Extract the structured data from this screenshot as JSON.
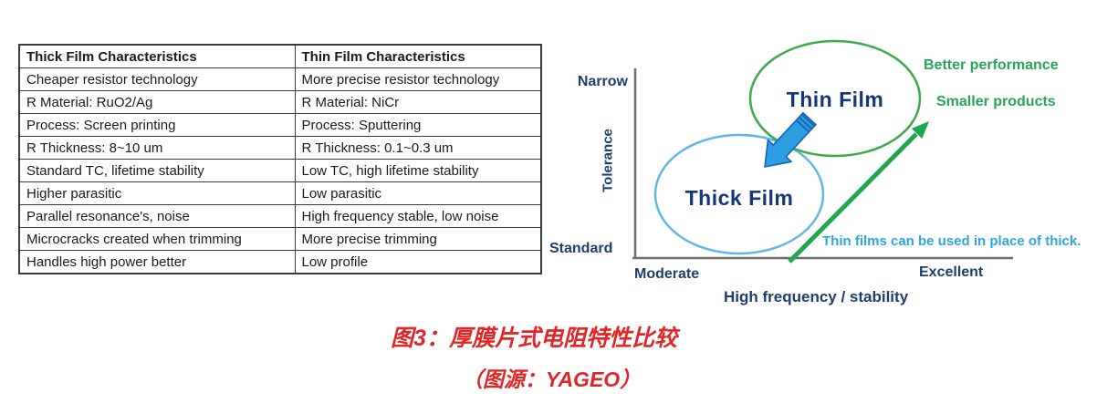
{
  "table": {
    "headers": [
      "Thick Film Characteristics",
      "Thin Film Characteristics"
    ],
    "rows": [
      [
        "Cheaper resistor technology",
        "More precise resistor technology"
      ],
      [
        "R Material: RuO2/Ag",
        "R Material: NiCr"
      ],
      [
        "Process: Screen printing",
        "Process: Sputtering"
      ],
      [
        "R Thickness: 8~10 um",
        "R Thickness: 0.1~0.3 um"
      ],
      [
        "Standard TC, lifetime stability",
        "Low TC, high lifetime stability"
      ],
      [
        "Higher parasitic",
        "Low parasitic"
      ],
      [
        "Parallel resonance's, noise",
        "High frequency stable, low noise"
      ],
      [
        "Microcracks created when trimming",
        "More precise trimming"
      ],
      [
        "Handles high power better",
        "Low profile"
      ]
    ]
  },
  "diagram": {
    "y_axis": {
      "title": "Tolerance",
      "top_label": "Narrow",
      "bottom_label": "Standard"
    },
    "x_axis": {
      "title": "High frequency / stability",
      "left_label": "Moderate",
      "right_label": "Excellent"
    },
    "bubbles": [
      {
        "label": "Thin Film",
        "outline_color": "#3fa94f"
      },
      {
        "label": "Thick Film",
        "outline_color": "#63b5e3"
      }
    ],
    "annotations": {
      "better_performance": "Better performance",
      "smaller_products": "Smaller products",
      "note": "Thin films can be used in place of thick."
    },
    "colors": {
      "axis_line": "#6e6e6e",
      "axis_text": "#1e3e6e",
      "green_text": "#28a55b",
      "note_text": "#2ba7e0",
      "green_arrow": "#1fa64f",
      "blue_arrow_fill": "#2b9fe0",
      "blue_arrow_stroke": "#1565b8",
      "caption_red": "#e02626"
    }
  },
  "caption": {
    "line1": "图3：厚膜片式电阻特性比较",
    "line2": "（图源：YAGEO）"
  }
}
